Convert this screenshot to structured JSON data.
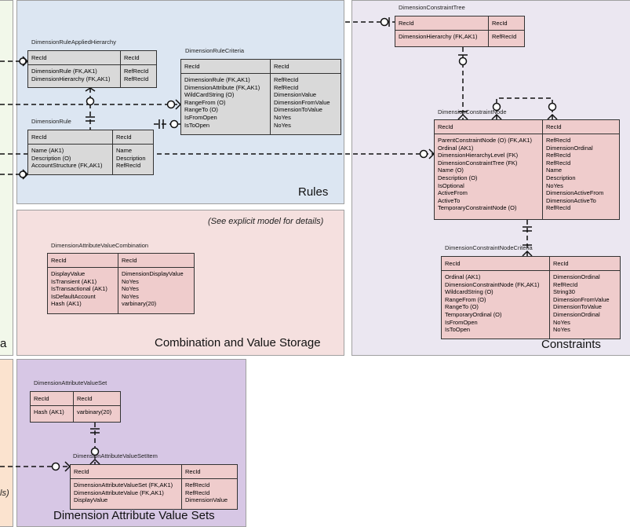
{
  "regions": {
    "rules": {
      "title": "Rules"
    },
    "constraints": {
      "title": "Constraints"
    },
    "combination": {
      "title": "Combination and Value Storage",
      "note": "(See explicit model for details)"
    },
    "value_sets": {
      "title": "Dimension Attribute Value Sets"
    },
    "left_partial": {
      "title_fragment": "a"
    },
    "left_partial_bottom": {
      "note_fragment": "ls)"
    }
  },
  "colors": {
    "rules_bg": "#dce6f2",
    "constraints_bg": "#ebe7f1",
    "combination_bg": "#f5e0df",
    "value_sets_bg": "#d7c7e5",
    "left_top_bg": "#f2f8ea",
    "left_bottom_bg": "#fbe3cf",
    "gray_entity": "#d9d9d9",
    "pink_entity": "#efcccc",
    "line": "#111111"
  },
  "entities": {
    "applied_hierarchy": {
      "name": "DimensionRuleAppliedHierarchy",
      "head": [
        "RecId",
        "RecId"
      ],
      "columns": [
        "DimensionRule (FK,AK1)",
        "DimensionHierarchy (FK,AK1)"
      ],
      "types": [
        "RefRecId",
        "RefRecId"
      ]
    },
    "rule_criteria": {
      "name": "DimensionRuleCriteria",
      "head": [
        "RecId",
        "RecId"
      ],
      "columns": [
        "DimensionRule (FK,AK1)",
        "DimensionAttribute (FK,AK1)",
        "WildCardString (O)",
        "RangeFrom (O)",
        "RangeTo (O)",
        "IsFromOpen",
        "IsToOpen"
      ],
      "types": [
        "RefRecId",
        "RefRecId",
        "DimensionValue",
        "DimensionFromValue",
        "DimensionToValue",
        "NoYes",
        "NoYes"
      ]
    },
    "rule": {
      "name": "DimensionRule",
      "head": [
        "RecId",
        "RecId"
      ],
      "columns": [
        "Name (AK1)",
        "Description (O)",
        "AccountStructure (FK,AK1)"
      ],
      "types": [
        "Name",
        "Description",
        "RefRecId"
      ]
    },
    "constraint_tree": {
      "name": "DimensionConstraintTree",
      "head": [
        "RecId",
        "RecId"
      ],
      "columns": [
        "DimensionHierarchy (FK,AK1)"
      ],
      "types": [
        "RefRecId"
      ]
    },
    "constraint_node": {
      "name": "DimensionConstraintNode",
      "head": [
        "RecId",
        "RecId"
      ],
      "columns": [
        "ParentConstraintNode (O) (FK,AK1)",
        "Ordinal (AK1)",
        "DimensionHierarchyLevel (FK)",
        "DimensionConstraintTree (FK)",
        "Name (O)",
        "Description (O)",
        "IsOptional",
        "ActiveFrom",
        "ActiveTo",
        "TemporaryConstraintNode (O)"
      ],
      "types": [
        "RefRecId",
        "DimensionOrdinal",
        "RefRecId",
        "RefRecId",
        "Name",
        "Description",
        "NoYes",
        "DimensionActiveFrom",
        "DimensionActiveTo",
        "RefRecId"
      ]
    },
    "node_criteria": {
      "name": "DimensionConstraintNodeCriteria",
      "head": [
        "RecId",
        "RecId"
      ],
      "columns": [
        "Ordinal (AK1)",
        "DimensionConstraintNode (FK,AK1)",
        "WildcardString (O)",
        "RangeFrom (O)",
        "RangeTo (O)",
        "TemporaryOrdinal (O)",
        "IsFromOpen",
        "IsToOpen"
      ],
      "types": [
        "DimensionOrdinal",
        "RefRecId",
        "String30",
        "DimensionFromValue",
        "DimensionToValue",
        "DimensionOrdinal",
        "NoYes",
        "NoYes"
      ]
    },
    "value_combination": {
      "name": "DimensionAttributeValueCombination",
      "head": [
        "RecId",
        "RecId"
      ],
      "columns": [
        "DisplayValue",
        "IsTransient (AK1)",
        "IsTransactional (AK1)",
        "IsDefaultAccount",
        "Hash (AK1)"
      ],
      "types": [
        "DimensionDisplayValue",
        "NoYes",
        "NoYes",
        "NoYes",
        "varbinary(20)"
      ]
    },
    "value_set": {
      "name": "DimensionAttributeValueSet",
      "head": [
        "RecId",
        "RecId"
      ],
      "columns": [
        "Hash (AK1)"
      ],
      "types": [
        "varbinary(20)"
      ]
    },
    "value_set_item": {
      "name": "DimensionAttributeValueSetItem",
      "head": [
        "RecId",
        "RecId"
      ],
      "columns": [
        "DimensionAttributeValueSet (FK,AK1)",
        "DimensionAttributeValue (FK,AK1)",
        "DisplayValue"
      ],
      "types": [
        "RefRecId",
        "RefRecId",
        "DimensionValue"
      ]
    }
  }
}
